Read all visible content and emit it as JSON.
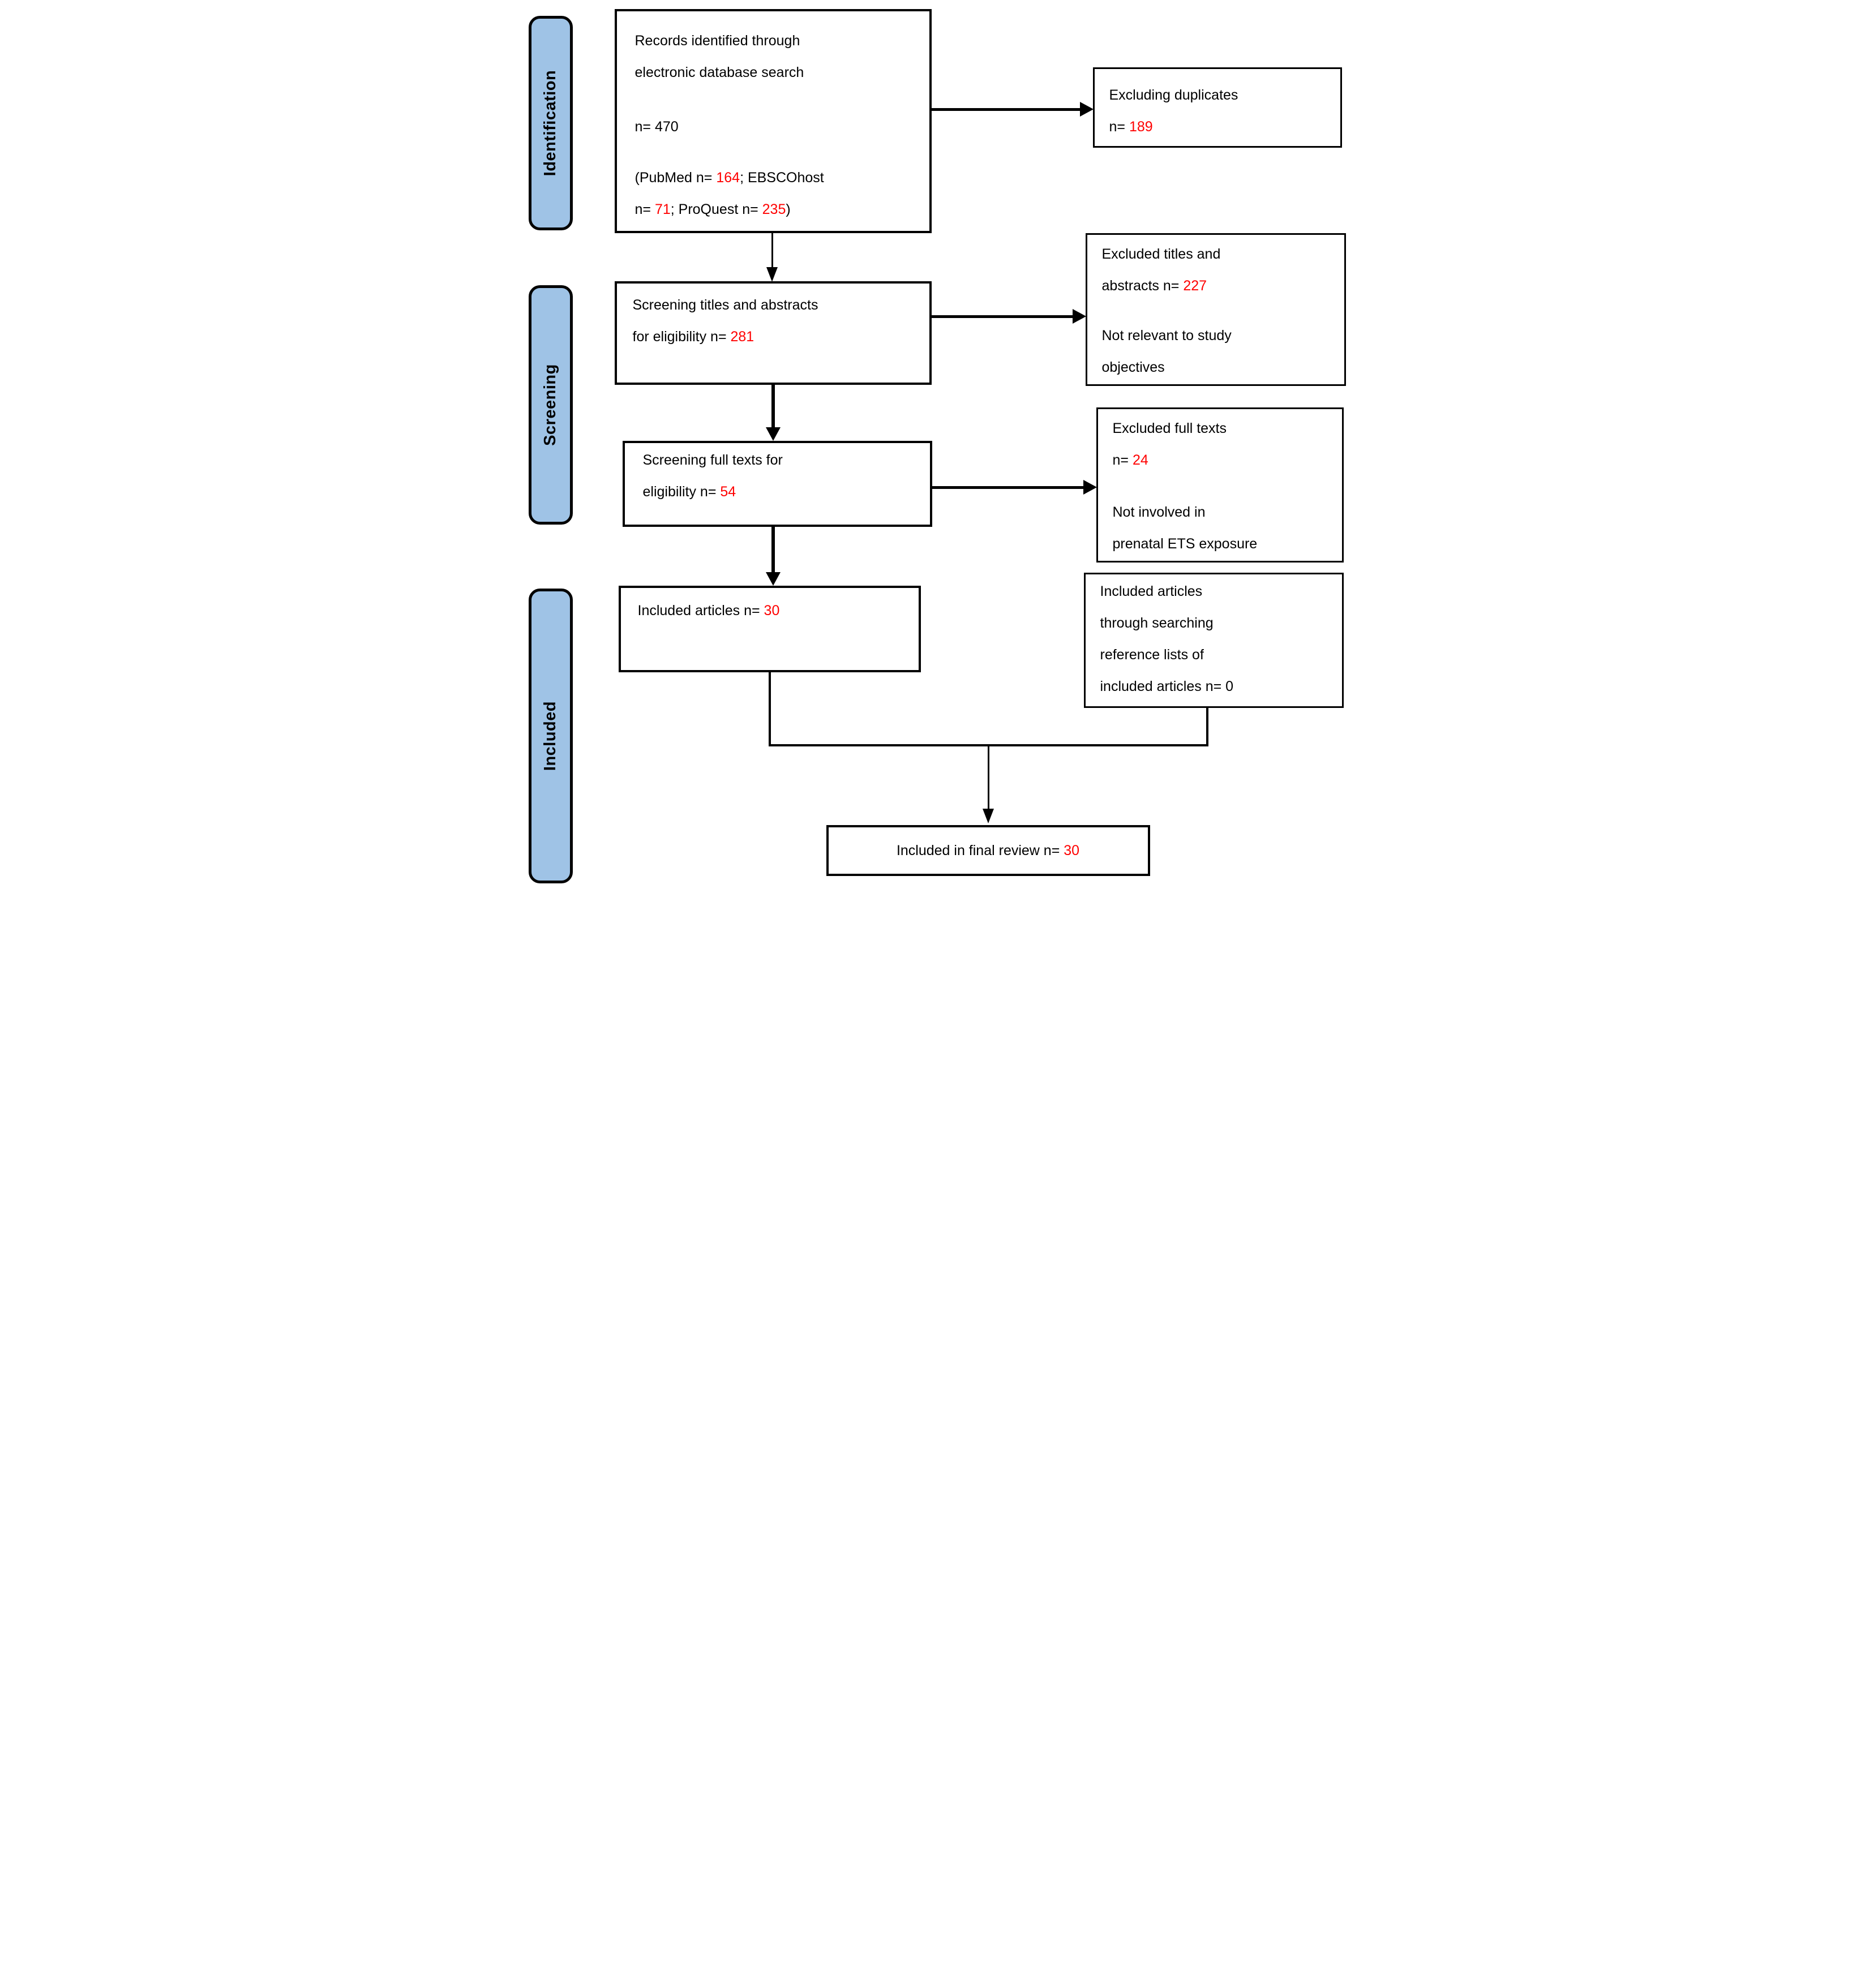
{
  "colors": {
    "stage_label_fill": "#9FC3E6",
    "number_red": "#FF0000",
    "outline_black": "#000000"
  },
  "stages": {
    "identification": "Identification",
    "screening": "Screening",
    "included": "Included"
  },
  "flow": {
    "records": {
      "l1": "Records identified through",
      "l2": "electronic database search",
      "count": "n= 470",
      "s1": "(PubMed n= ",
      "n_pubmed": "164",
      "s2": "; EBSCOhost",
      "s3": "n= ",
      "n_ebsco": "71",
      "s4": "; ProQuest n= ",
      "n_proquest": "235",
      "s5": ")"
    },
    "duplicates": {
      "l1": "Excluding duplicates",
      "l2": "n= ",
      "n": "189"
    },
    "titles": {
      "l1": "Screening titles and abstracts",
      "l2": "for eligibility n= ",
      "n": "281"
    },
    "excluded_titles": {
      "l1": "Excluded titles and",
      "l2": "abstracts n= ",
      "n": "227",
      "l3": "Not relevant to study",
      "l4": "objectives"
    },
    "fulltexts": {
      "l1": "Screening full texts for",
      "l2": "eligibility n= ",
      "n": "54"
    },
    "excluded_fulltexts": {
      "l1": "Excluded full texts",
      "l2": "n= ",
      "n": "24",
      "l3": "Not involved in",
      "l4": "prenatal ETS exposure"
    },
    "included_articles": {
      "l1": "Included articles n= ",
      "n": "30"
    },
    "reference_lists": {
      "l1": "Included articles",
      "l2": "through searching",
      "l3": "reference lists of",
      "l4": "included articles n= 0"
    },
    "final_review": {
      "l1": "Included in final review n= ",
      "n": "30"
    }
  }
}
